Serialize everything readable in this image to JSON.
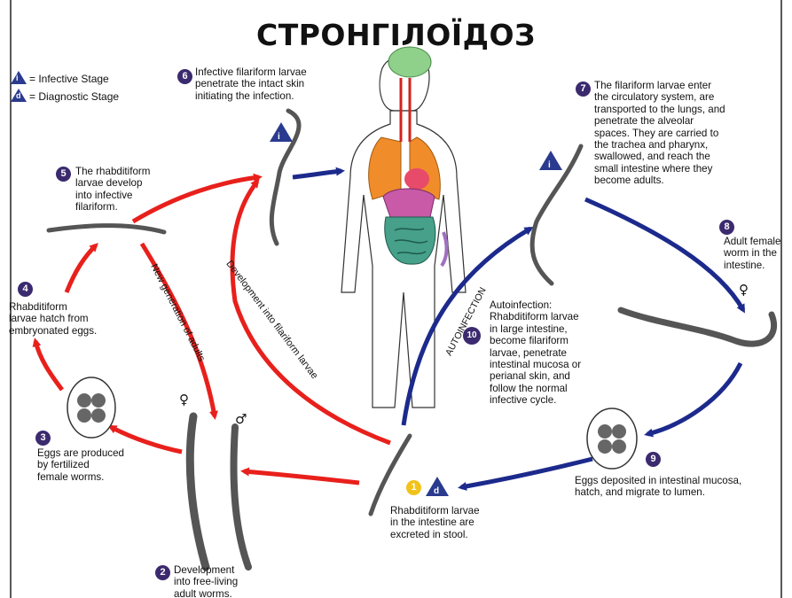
{
  "title": "СТРОНГІЛОЇДОЗ",
  "legend": {
    "infective_letter": "i",
    "infective_label": "= Infective Stage",
    "diagnostic_letter": "d",
    "diagnostic_label": "= Diagnostic Stage"
  },
  "stages": {
    "s1": {
      "number": "1",
      "text": "Rhabditiform larvae\nin the intestine are\nexcreted in stool."
    },
    "s2": {
      "number": "2",
      "text": "Development\ninto free-living\nadult worms."
    },
    "s3": {
      "number": "3",
      "text": "Eggs are produced\nby fertilized\nfemale worms."
    },
    "s4": {
      "number": "4",
      "text": "Rhabditiform\nlarvae hatch from\nembryonated eggs."
    },
    "s5": {
      "number": "5",
      "text": "The rhabditiform\nlarvae develop\ninto infective\nfilariform."
    },
    "s6": {
      "number": "6",
      "text": "Infective filariform larvae\npenetrate the intact skin\ninitiating the infection."
    },
    "s7": {
      "number": "7",
      "text": "The filariform larvae enter\nthe circulatory system, are\ntransported to the lungs, and\npenetrate the alveolar\nspaces.  They are carried to\nthe trachea and pharynx,\nswallowed, and reach the\nsmall intestine where they\nbecome adults."
    },
    "s8": {
      "number": "8",
      "text": "Adult female\nworm in the\nintestine."
    },
    "s9": {
      "number": "9",
      "text": "Eggs deposited in intestinal mucosa,\nhatch, and migrate to lumen."
    },
    "s10": {
      "number": "10",
      "text": "Autoinfection:\nRhabditiform larvae\nin large intestine,\nbecome filariform\nlarvae, penetrate\nintestinal mucosa or\nperianal skin, and\nfollow the normal\ninfective cycle."
    }
  },
  "path_labels": {
    "new_generation": "New generation of adults",
    "development_filariform": "Development into filariform larvae",
    "autoinfection": "AUTOINFECTION"
  },
  "symbols": {
    "female": "♀",
    "male": "♂"
  },
  "colors": {
    "red_arrow": "#e8201c",
    "blue_arrow": "#1c2a8c",
    "badge": "#3b2a6e",
    "badge_yellow": "#f1c21b",
    "lungs": "#f08c2a",
    "brain": "#8fd08a",
    "intestine": "#46a08a"
  }
}
